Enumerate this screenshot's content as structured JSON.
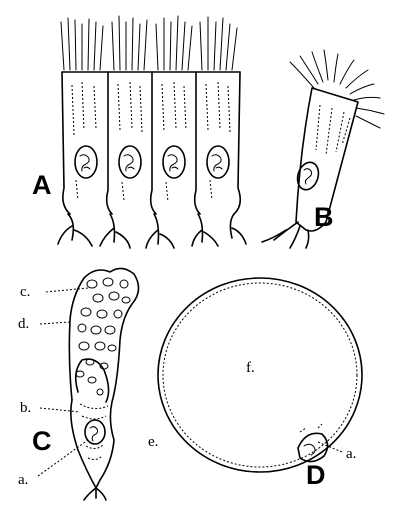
{
  "labels": {
    "panel_a": "A",
    "panel_b": "B",
    "panel_c": "C",
    "panel_d": "D",
    "c_label_c": "c.",
    "c_label_d": "d.",
    "c_label_b": "b.",
    "c_label_a": "a.",
    "d_label_f": "f.",
    "d_label_e": "e.",
    "d_label_a": "a."
  }
}
